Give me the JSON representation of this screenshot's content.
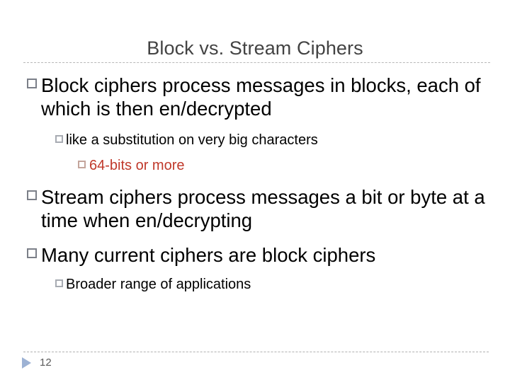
{
  "slide": {
    "title": "Block vs. Stream Ciphers",
    "page_number": "12",
    "colors": {
      "title": "#434343",
      "body": "#000000",
      "accent_red": "#C0392B",
      "bullet_square": "#7b7f88",
      "rule": "#b8b8b8",
      "footer_triangle": "#9db2d4",
      "background": "#ffffff"
    },
    "bullets": [
      {
        "level": 1,
        "text": "Block ciphers process messages in blocks, each of which is then en/decrypted",
        "color": "#000000",
        "bullet_glyph": "open-square"
      },
      {
        "level": 2,
        "text": "like a substitution on very big characters",
        "color": "#000000",
        "bullet_glyph": "open-square"
      },
      {
        "level": 3,
        "text": "64-bits or more",
        "color": "#C0392B",
        "bullet_glyph": "open-square"
      },
      {
        "level": 1,
        "text": "Stream ciphers process messages a bit or byte at a time when en/decrypting",
        "color": "#000000",
        "bullet_glyph": "open-square"
      },
      {
        "level": 1,
        "text": "Many current ciphers are block ciphers",
        "color": "#000000",
        "bullet_glyph": "open-square"
      },
      {
        "level": 2,
        "text": "Broader range of applications",
        "color": "#000000",
        "bullet_glyph": "open-square"
      }
    ]
  }
}
